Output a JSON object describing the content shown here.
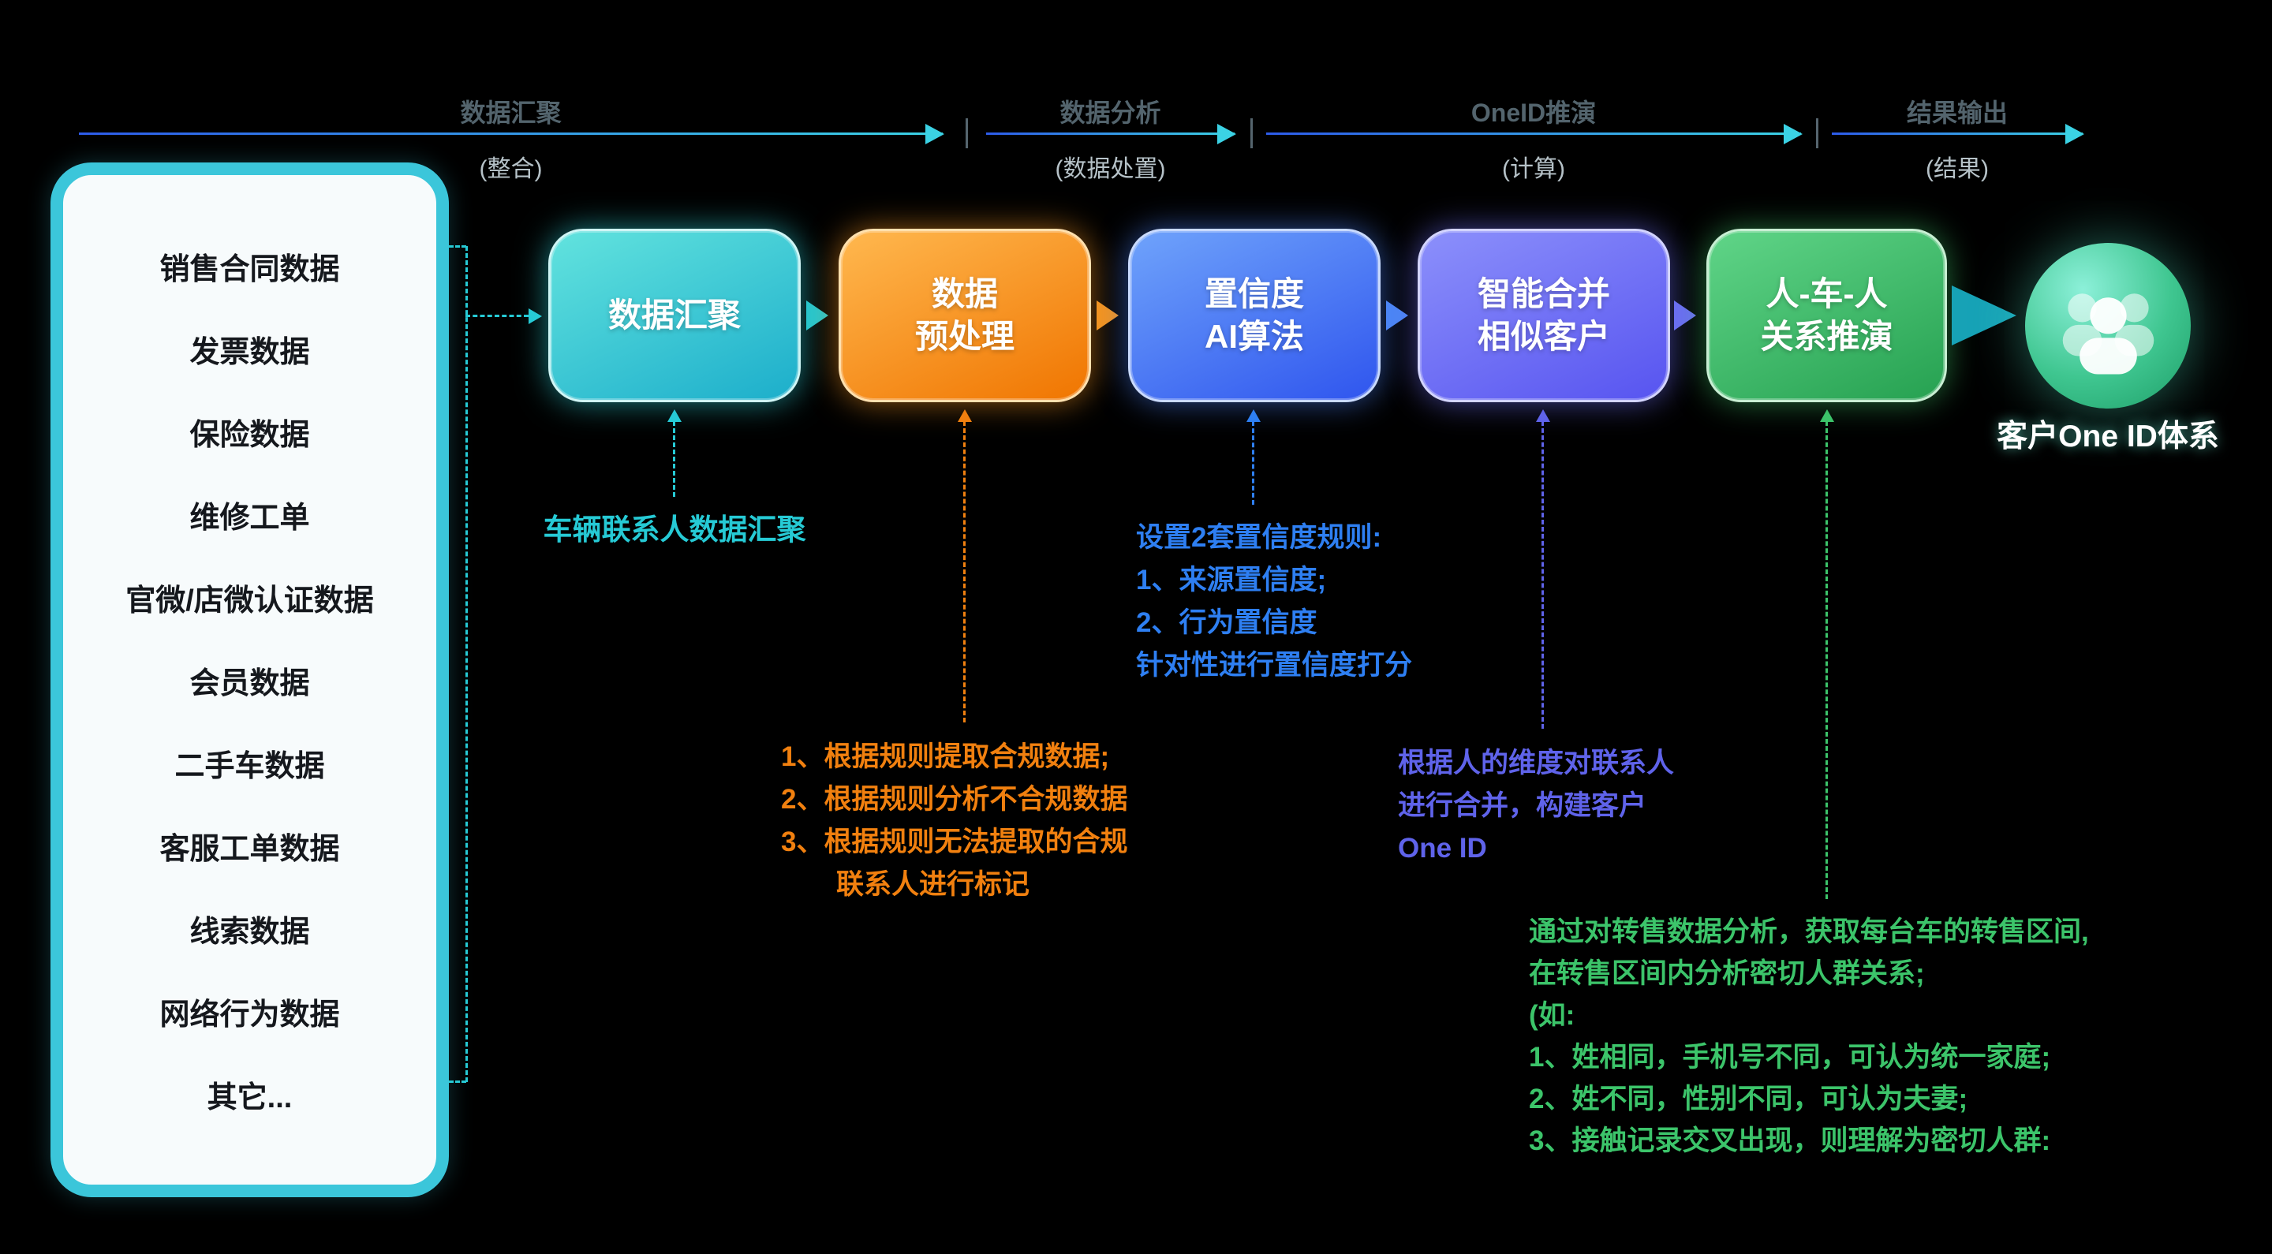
{
  "phase_header": {
    "phases": [
      {
        "label": "数据汇聚",
        "sublabel": "(整合)"
      },
      {
        "label": "数据分析",
        "sublabel": "(数据处置)"
      },
      {
        "label": "OneID推演",
        "sublabel": "(计算)"
      },
      {
        "label": "结果输出",
        "sublabel": "(结果)"
      }
    ]
  },
  "source_panel": {
    "items": [
      "销售合同数据",
      "发票数据",
      "保险数据",
      "维修工单",
      "官微/店微认证数据",
      "会员数据",
      "二手车数据",
      "客服工单数据",
      "线索数据",
      "网络行为数据",
      "其它..."
    ]
  },
  "flow": {
    "steps": [
      {
        "line1": "数据汇聚",
        "line2": ""
      },
      {
        "line1": "数据",
        "line2": "预处理"
      },
      {
        "line1": "置信度",
        "line2": "AI算法"
      },
      {
        "line1": "智能合并",
        "line2": "相似客户"
      },
      {
        "line1": "人-车-人",
        "line2": "关系推演"
      }
    ],
    "result_label": "客户One ID体系",
    "result_icon": "people-group-icon"
  },
  "annotations": {
    "aggregation": {
      "lines": [
        "车辆联系人数据汇聚"
      ]
    },
    "preprocess": {
      "lines": [
        "1、根据规则提取合规数据;",
        "2、根据规则分析不合规数据",
        "3、根据规则无法提取的合规",
        "联系人进行标记"
      ]
    },
    "confidence": {
      "lines": [
        "设置2套置信度规则:",
        "1、来源置信度;",
        "2、行为置信度",
        "针对性进行置信度打分"
      ]
    },
    "merge": {
      "lines": [
        "根据人的维度对联系人",
        "进行合并，构建客户",
        "One ID"
      ]
    },
    "relation": {
      "lines": [
        "通过对转售数据分析，获取每台车的转售区间,",
        "在转售区间内分析密切人群关系;",
        "(如:",
        "1、姓相同，手机号不同，可认为统一家庭;",
        "2、姓不同，性别不同，可认为夫妻;",
        "3、接触记录交叉出现，则理解为密切人群:"
      ]
    }
  },
  "colors": {
    "background": "#000000",
    "panel_border": "#3BC6DA",
    "step_teal": "#1CAECB",
    "step_orange": "#F07500",
    "step_blue": "#2F55EE",
    "step_indigo": "#5754F0",
    "step_green": "#26A151",
    "annotation_cyan": "#26CAD5",
    "annotation_orange": "#F1800F",
    "annotation_blue": "#2E7FF2",
    "annotation_indigo": "#5F63EA",
    "annotation_green": "#3CC46A"
  }
}
